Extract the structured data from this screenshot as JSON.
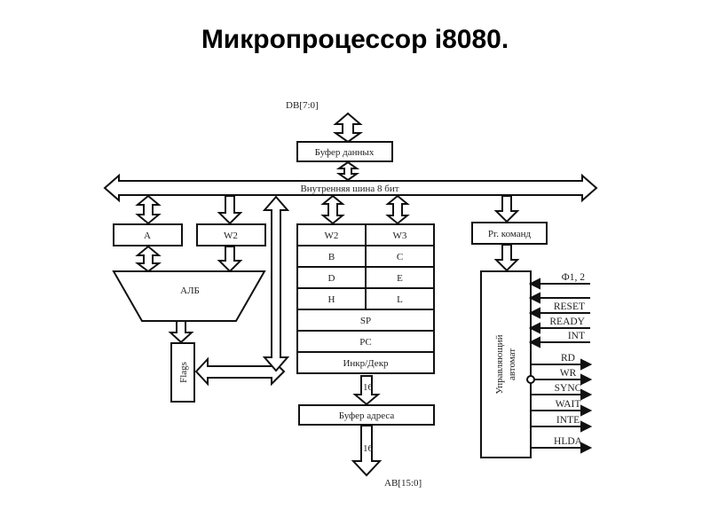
{
  "title": "Микропроцессор i8080.",
  "diagram": {
    "data_bus_label": "DB[7:0]",
    "data_buffer": "Буфер данных",
    "internal_bus": "Внутренняя шина 8 бит",
    "accumulator": "A",
    "temp_register": "W2",
    "alu": "АЛБ",
    "flags": "Flags",
    "register_file": {
      "pairs": [
        [
          "W2",
          "W3"
        ],
        [
          "B",
          "C"
        ],
        [
          "D",
          "E"
        ],
        [
          "H",
          "L"
        ]
      ],
      "sp": "SP",
      "pc": "PC",
      "inc_dec": "Инкр/Декр"
    },
    "address_width_1": "16",
    "address_buffer": "Буфер адреса",
    "address_width_2": "16",
    "address_bus_label": "AB[15:0]",
    "instruction_register": "Рг. команд",
    "control_unit_line1": "Управляющий",
    "control_unit_line2": "автомат",
    "inputs": [
      "Ф1, 2",
      "",
      "RESET",
      "READY",
      "INT"
    ],
    "outputs": [
      "RD",
      "WR",
      "SYNC",
      "WAIT",
      "INTE",
      "HLDA"
    ]
  }
}
